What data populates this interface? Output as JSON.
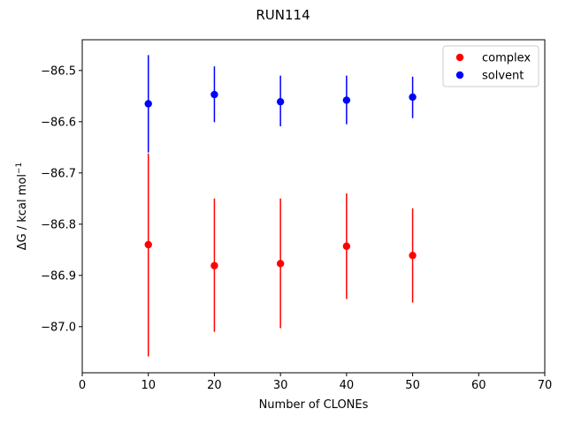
{
  "chart_data": {
    "type": "scatter",
    "title": "RUN114",
    "xlabel": "Number of CLONEs",
    "ylabel": "ΔG / kcal mol",
    "ylabel_sup": "−1",
    "xlim": [
      0,
      70
    ],
    "ylim": [
      -87.09,
      -86.44
    ],
    "xticks": [
      0,
      10,
      20,
      30,
      40,
      50,
      60,
      70
    ],
    "xtick_labels": [
      "0",
      "10",
      "20",
      "30",
      "40",
      "50",
      "60",
      "70"
    ],
    "yticks": [
      -86.5,
      -86.6,
      -86.7,
      -86.8,
      -86.9,
      -87.0
    ],
    "ytick_labels": [
      "−86.5",
      "−86.6",
      "−86.7",
      "−86.8",
      "−86.9",
      "−87.0"
    ],
    "grid": false,
    "legend_position": "top-right",
    "series": [
      {
        "name": "complex",
        "color": "#ff0000",
        "x": [
          10,
          20,
          30,
          40,
          50
        ],
        "y": [
          -86.84,
          -86.881,
          -86.877,
          -86.843,
          -86.861
        ],
        "yerr_low": [
          -87.058,
          -87.01,
          -87.003,
          -86.946,
          -86.953
        ],
        "yerr_high": [
          -86.662,
          -86.75,
          -86.75,
          -86.74,
          -86.769
        ]
      },
      {
        "name": "solvent",
        "color": "#0000ff",
        "x": [
          10,
          20,
          30,
          40,
          50
        ],
        "y": [
          -86.565,
          -86.547,
          -86.561,
          -86.558,
          -86.552
        ],
        "yerr_low": [
          -86.66,
          -86.601,
          -86.609,
          -86.605,
          -86.593
        ],
        "yerr_high": [
          -86.47,
          -86.492,
          -86.51,
          -86.51,
          -86.512
        ]
      }
    ]
  }
}
